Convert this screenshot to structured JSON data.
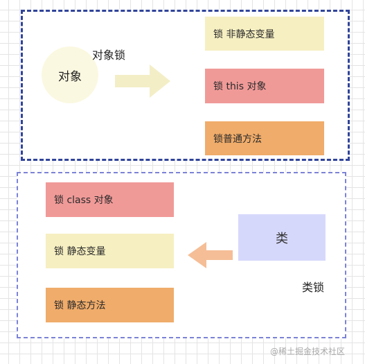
{
  "object_lock_group": {
    "node": "对象",
    "label": "对象锁",
    "items": [
      "锁 非静态变量",
      "锁 this 对象",
      "锁普通方法"
    ]
  },
  "class_lock_group": {
    "node": "类",
    "label": "类锁",
    "items": [
      "锁 class 对象",
      "锁 静态变量",
      "锁 静态方法"
    ]
  },
  "watermark": "@稀土掘金技术社区",
  "colors": {
    "object_group_border": "#30449a",
    "class_group_border": "#7b82d6",
    "yellow_card": "#f6efc1",
    "pink_card": "#f09a98",
    "orange_card": "#f0ac6a",
    "class_node": "#d6d8fb",
    "object_node": "#fbf8e1",
    "arrow_right": "#f4eec7",
    "arrow_left": "#f5be97"
  }
}
